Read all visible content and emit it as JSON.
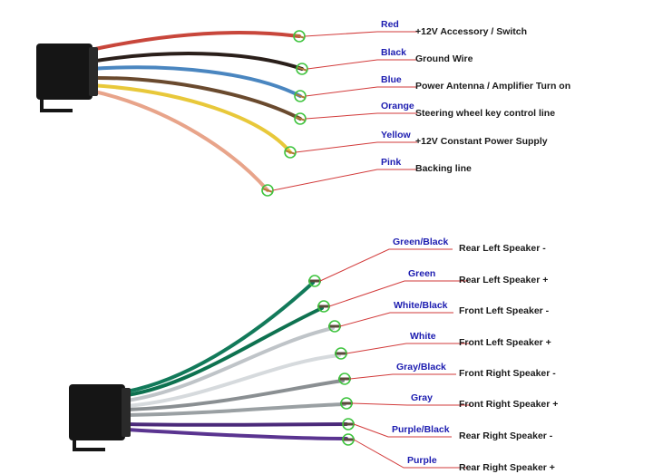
{
  "top_harness": {
    "wires": [
      {
        "color_name": "Red",
        "function": "+12V  Accessory / Switch",
        "color": "#c8463b"
      },
      {
        "color_name": "Black",
        "function": "Ground Wire",
        "color": "#2a1f1a"
      },
      {
        "color_name": "Blue",
        "function": "Power Antenna / Amplifier Turn on",
        "color": "#4a86c0"
      },
      {
        "color_name": "Orange",
        "function": "Steering wheel key control line",
        "color": "#6a4a2e"
      },
      {
        "color_name": "Yellow",
        "function": "+12V Constant Power Supply",
        "color": "#e8c83a"
      },
      {
        "color_name": "Pink",
        "function": "Backing line",
        "color": "#e8a48a"
      }
    ]
  },
  "bottom_harness": {
    "wires": [
      {
        "color_name": "Green/Black",
        "function": "Rear Left Speaker -",
        "color": "#127a5a"
      },
      {
        "color_name": "Green",
        "function": "Rear Left Speaker +",
        "color": "#0e7250"
      },
      {
        "color_name": "White/Black",
        "function": "Front Left Speaker -",
        "color": "#bfc4c8"
      },
      {
        "color_name": "White",
        "function": "Front Left Speaker +",
        "color": "#d6dadd"
      },
      {
        "color_name": "Gray/Black",
        "function": "Front Right Speaker -",
        "color": "#8a8f92"
      },
      {
        "color_name": "Gray",
        "function": "Front Right Speaker +",
        "color": "#9aa0a3"
      },
      {
        "color_name": "Purple/Black",
        "function": "Rear Right Speaker -",
        "color": "#4b2a7a"
      },
      {
        "color_name": "Purple",
        "function": "Rear Right Speaker +",
        "color": "#5a3490"
      }
    ]
  },
  "colors": {
    "callout_line": "#d23a3a",
    "marker": "#3fc43f",
    "wire_label": "#1c1cb0",
    "function_label": "#1a1a1a",
    "connector": "#151515"
  }
}
